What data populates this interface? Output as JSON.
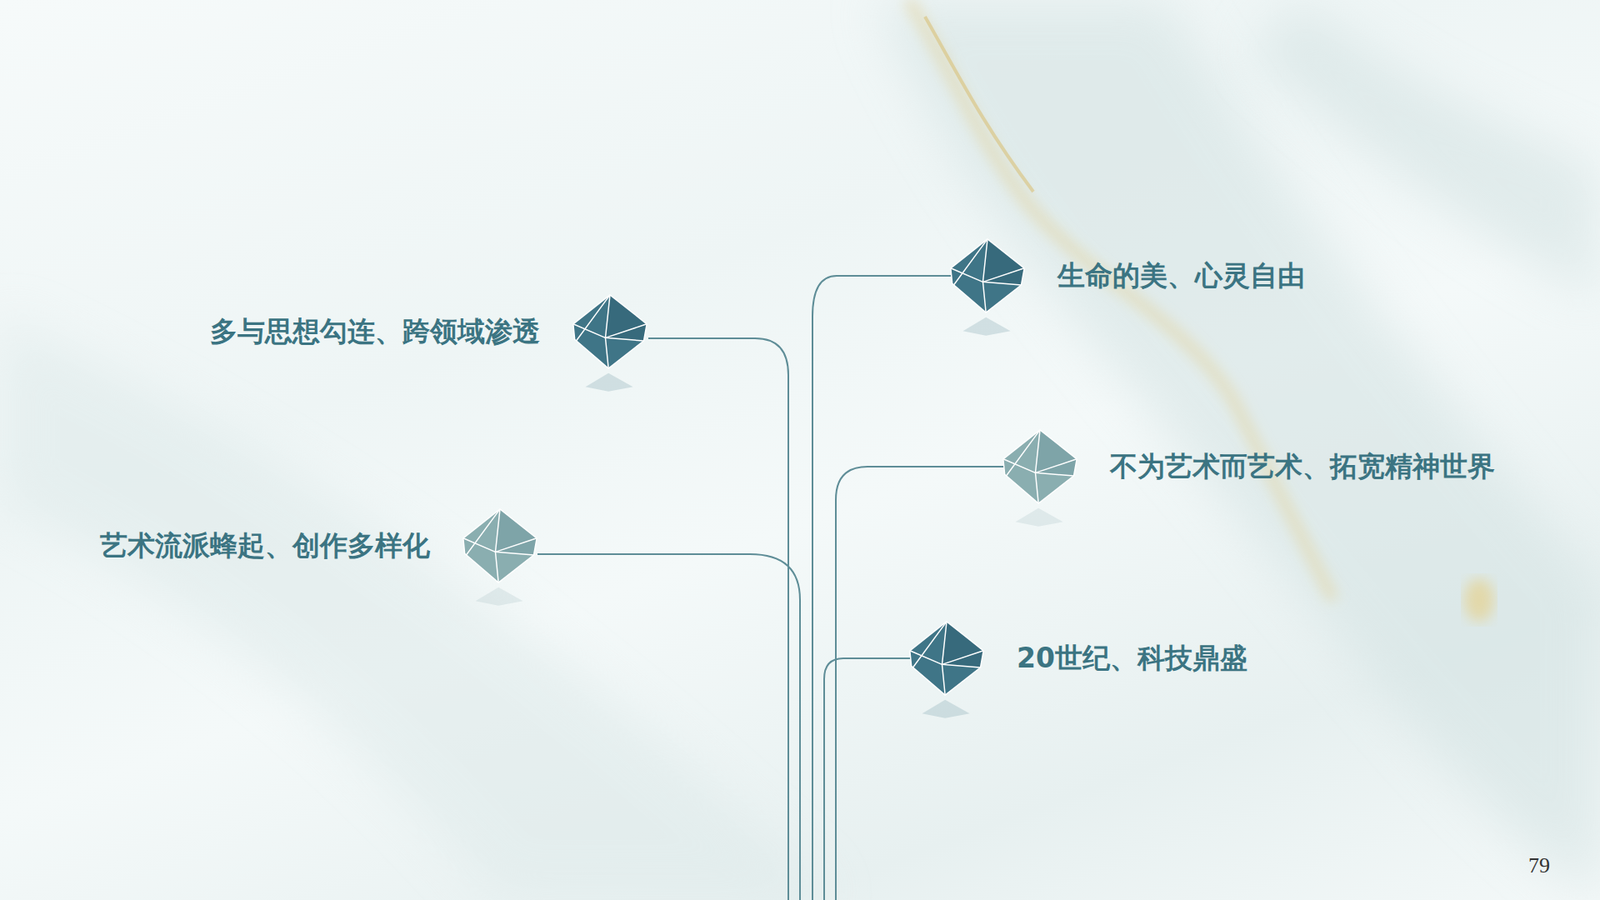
{
  "diagram": {
    "nodes": [
      {
        "text": [
          "生命的美、心灵自由"
        ]
      },
      {
        "text": [
          "多与思想勾连、跨领域渗透"
        ]
      },
      {
        "text": [
          "不为艺术而艺术、拓宽精神世界"
        ]
      },
      {
        "text": [
          "艺术流派蜂起、创作多样化"
        ]
      },
      {
        "text": [
          "20世纪、科技鼎盛"
        ]
      }
    ],
    "labels": [
      "79"
    ]
  }
}
